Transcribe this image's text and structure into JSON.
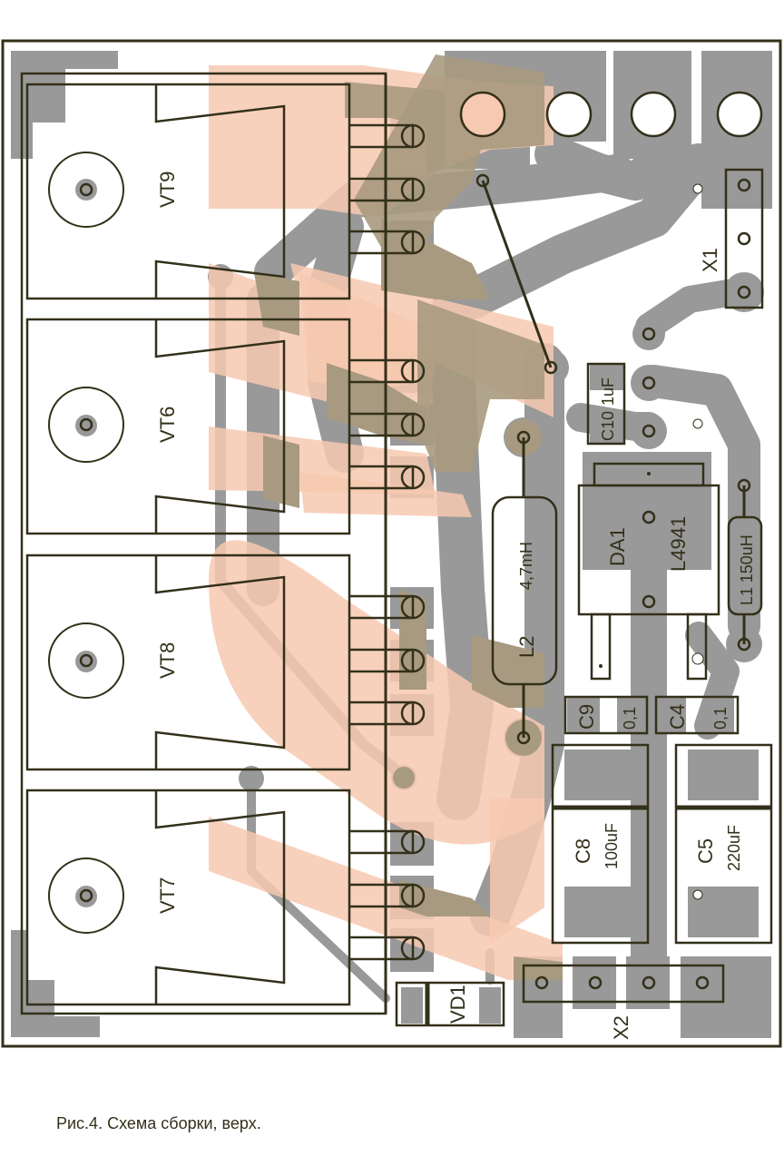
{
  "figure": {
    "caption": "Рис.4. Схема сборки, верх.",
    "colors": {
      "outline": "#33301a",
      "bottom_copper": "#999999",
      "top_copper": "#f7c9b0",
      "overlap": "#a89a80",
      "background": "#ffffff"
    }
  },
  "components": {
    "transistors": [
      {
        "ref": "VT9"
      },
      {
        "ref": "VT6"
      },
      {
        "ref": "VT8"
      },
      {
        "ref": "VT7"
      }
    ],
    "inductor_l2": {
      "ref": "L2",
      "value": "4,7mH"
    },
    "inductor_l1": {
      "ref": "L1",
      "value": "150uH"
    },
    "regulator": {
      "ref": "DA1",
      "value": "L4941"
    },
    "c10": {
      "ref": "C10",
      "value": "1uF"
    },
    "c9": {
      "ref": "C9",
      "value": "0,1"
    },
    "c4": {
      "ref": "C4",
      "value": "0,1"
    },
    "c8": {
      "ref": "C8",
      "value": "100uF"
    },
    "c5": {
      "ref": "C5",
      "value": "220uF"
    },
    "diode": {
      "ref": "VD1"
    },
    "connector_x1": {
      "ref": "X1"
    },
    "connector_x2": {
      "ref": "X2"
    }
  }
}
